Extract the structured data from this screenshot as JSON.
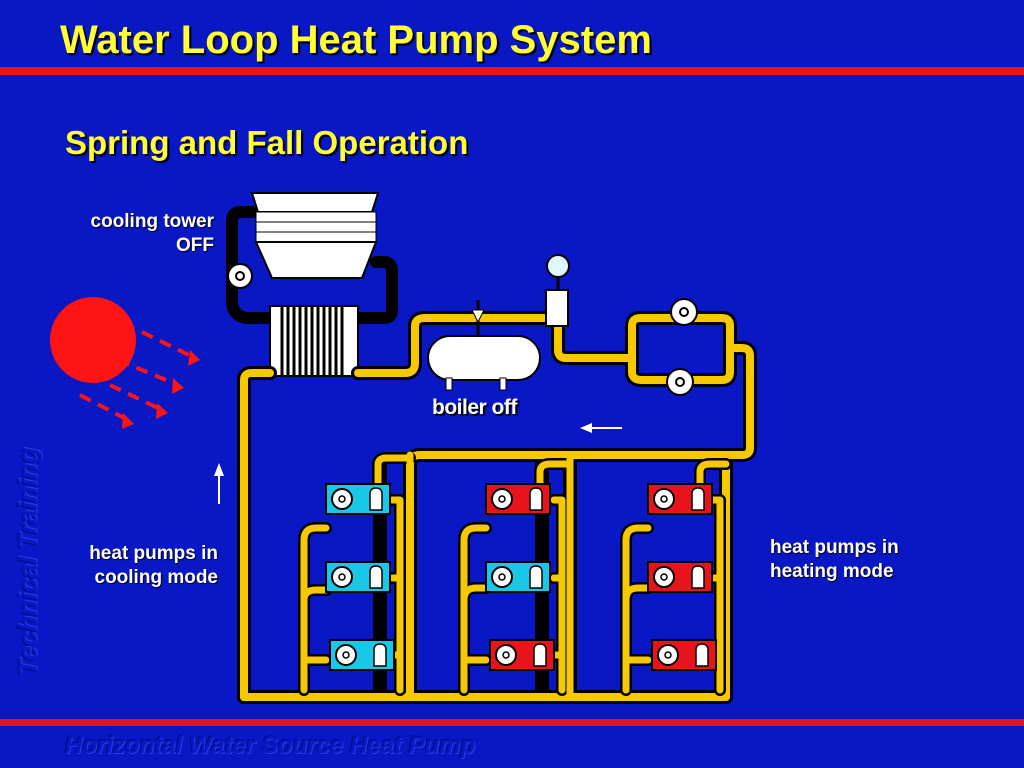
{
  "title": "Water Loop Heat Pump System",
  "subtitle": "Spring and Fall Operation",
  "labels": {
    "cooling_tower_line1": "cooling tower",
    "cooling_tower_line2": "OFF",
    "boiler": "boiler off",
    "cooling_mode_line1": "heat pumps in",
    "cooling_mode_line2": "cooling mode",
    "heating_mode_line1": "heat pumps in",
    "heating_mode_line2": "heating mode"
  },
  "watermarks": {
    "side": "Technical Training",
    "footer": "Horizontal Water Source Heat Pump"
  },
  "heat_pump_columns": [
    {
      "units": [
        "cooling",
        "cooling",
        "cooling"
      ]
    },
    {
      "units": [
        "heating",
        "cooling",
        "heating"
      ]
    },
    {
      "units": [
        "heating",
        "heating",
        "heating"
      ]
    }
  ],
  "colors": {
    "background": "#0a17c4",
    "title": "#ffff33",
    "accent_bar": "#e8141c",
    "pipe": "#f5c800",
    "cooling_unit": "#19c8e6",
    "heating_unit": "#e8141c",
    "sun": "#ff1414"
  }
}
